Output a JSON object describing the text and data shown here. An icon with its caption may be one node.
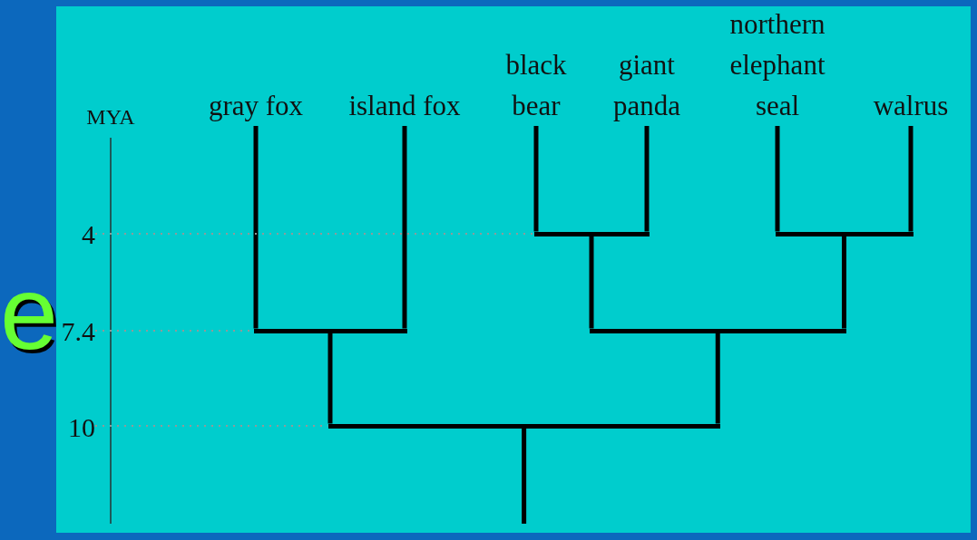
{
  "diagram": {
    "nodes": [
      {
        "text": [
          "gray fox"
        ]
      },
      {
        "text": [
          "island fox"
        ]
      },
      {
        "text": [
          "black bear"
        ]
      },
      {
        "text": [
          "giant panda"
        ]
      },
      {
        "text": [
          "northern elephant seal"
        ]
      },
      {
        "text": [
          "walrus"
        ]
      },
      {
        "text": [
          "4"
        ]
      },
      {
        "text": [
          "7.4"
        ]
      },
      {
        "text": [
          "10"
        ]
      },
      {
        "text": [],
        "shape": "bar"
      },
      {
        "text": [],
        "shape": "bar"
      },
      {
        "text": [],
        "shape": "bar"
      },
      {
        "text": [],
        "shape": "bar"
      },
      {
        "text": [],
        "shape": "bar"
      }
    ],
    "edges": [
      {
        "from": 11,
        "to": 0,
        "arrow": "none"
      },
      {
        "from": 11,
        "to": 1,
        "arrow": "none"
      },
      {
        "from": 9,
        "to": 2,
        "arrow": "none"
      },
      {
        "from": 9,
        "to": 3,
        "arrow": "none"
      },
      {
        "from": 10,
        "to": 4,
        "arrow": "none"
      },
      {
        "from": 10,
        "to": 5,
        "arrow": "none"
      },
      {
        "from": 12,
        "to": 9,
        "arrow": "none"
      },
      {
        "from": 12,
        "to": 10,
        "arrow": "none"
      },
      {
        "from": 13,
        "to": 11,
        "arrow": "none"
      },
      {
        "from": 13,
        "to": 12,
        "arrow": "none"
      },
      {
        "from": null,
        "to": 13,
        "arrow": "none"
      },
      {
        "from": 6,
        "to": 9,
        "arrow": "none",
        "style": "dashed",
        "color": "#8f9a9a"
      },
      {
        "from": 7,
        "to": 11,
        "arrow": "none",
        "style": "dashed",
        "color": "#8f9a9a"
      },
      {
        "from": 8,
        "to": 13,
        "arrow": "none",
        "style": "dashed",
        "color": "#8f9a9a"
      }
    ],
    "labels": [
      "MYA",
      "e"
    ]
  }
}
